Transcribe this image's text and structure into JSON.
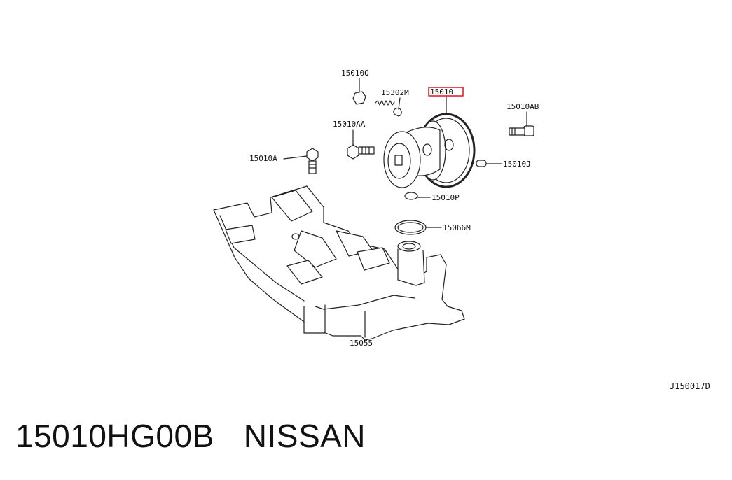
{
  "diagram": {
    "labels": {
      "p15010Q": "15010Q",
      "p15302M": "15302M",
      "p15010": "15010",
      "p15010AB": "15010AB",
      "p15010AA": "15010AA",
      "p15010A": "15010A",
      "p15010J": "15010J",
      "p15010P": "15010P",
      "p15066M": "15066M",
      "p15055": "15055"
    },
    "highlight_color": "#e0141e",
    "reference_code": "J150017D"
  },
  "footer": {
    "part_number": "15010HG00B",
    "brand": "NISSAN"
  }
}
